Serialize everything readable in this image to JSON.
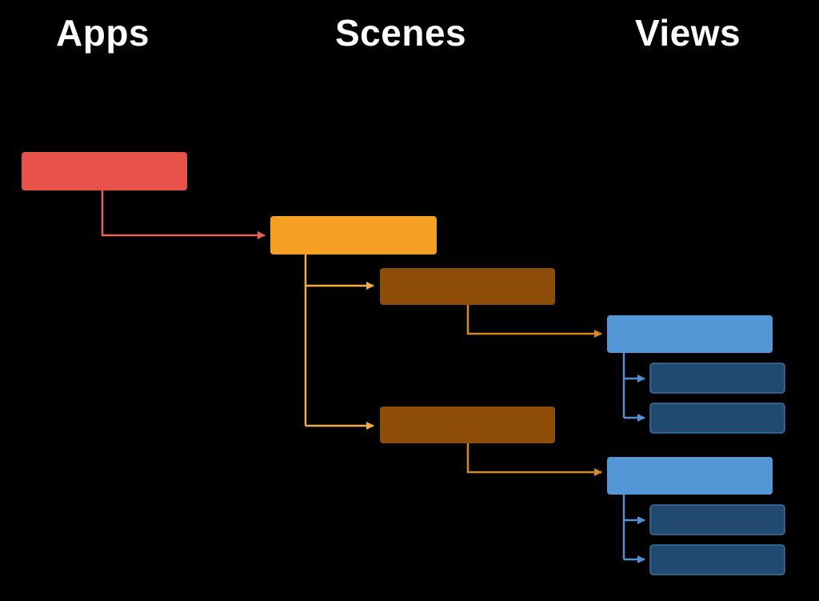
{
  "headings": {
    "apps": "Apps",
    "scenes": "Scenes",
    "views": "Views"
  },
  "colors": {
    "background": "#000000",
    "heading_text": "#ffffff",
    "app_box": "#e8524b",
    "app_line": "#e8605a",
    "scene_box": "#f5a023",
    "scene_line": "#f3ac45",
    "scene_child_box": "#8d4c07",
    "scene_child_line": "#d98a1d",
    "view_box": "#5497d6",
    "view_line": "#4f92d2",
    "view_child_box": "#224a70",
    "view_child_border": "#3b6fa2"
  },
  "hierarchy": {
    "level": "app",
    "children": [
      {
        "level": "scene",
        "children": [
          {
            "level": "scene-child",
            "children": [
              {
                "level": "view",
                "children": [
                  {
                    "level": "view-child"
                  },
                  {
                    "level": "view-child"
                  }
                ]
              }
            ]
          },
          {
            "level": "scene-child",
            "children": [
              {
                "level": "view",
                "children": [
                  {
                    "level": "view-child"
                  },
                  {
                    "level": "view-child"
                  }
                ]
              }
            ]
          }
        ]
      }
    ]
  }
}
